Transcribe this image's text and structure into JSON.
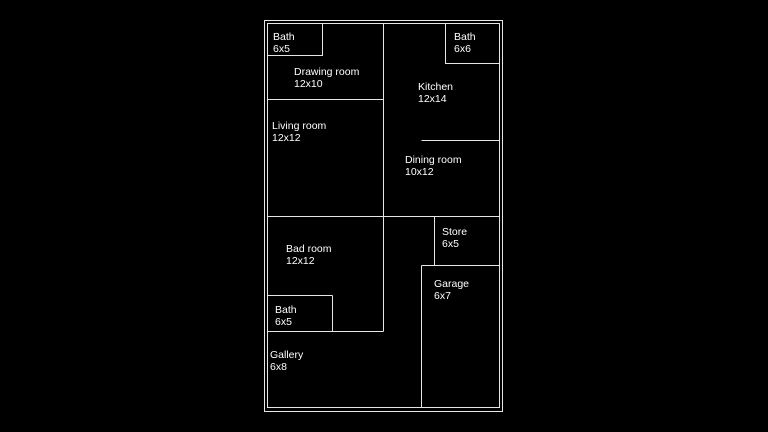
{
  "colors": {
    "background": "#000000",
    "lines": "#e6e6e6",
    "text": "#ffffff"
  },
  "rooms": [
    {
      "name": "Bath",
      "size": "6x5"
    },
    {
      "name": "Drawing room",
      "size": "12x10"
    },
    {
      "name": "Living room",
      "size": "12x12"
    },
    {
      "name": "Bath",
      "size": "6x6"
    },
    {
      "name": "Kitchen",
      "size": "12x14"
    },
    {
      "name": "Dining room",
      "size": "10x12"
    },
    {
      "name": "Bad room",
      "size": "12x12"
    },
    {
      "name": "Bath",
      "size": "6x5"
    },
    {
      "name": "Store",
      "size": "6x5"
    },
    {
      "name": "Garage",
      "size": "6x7"
    },
    {
      "name": "Gallery",
      "size": "6x8"
    }
  ]
}
